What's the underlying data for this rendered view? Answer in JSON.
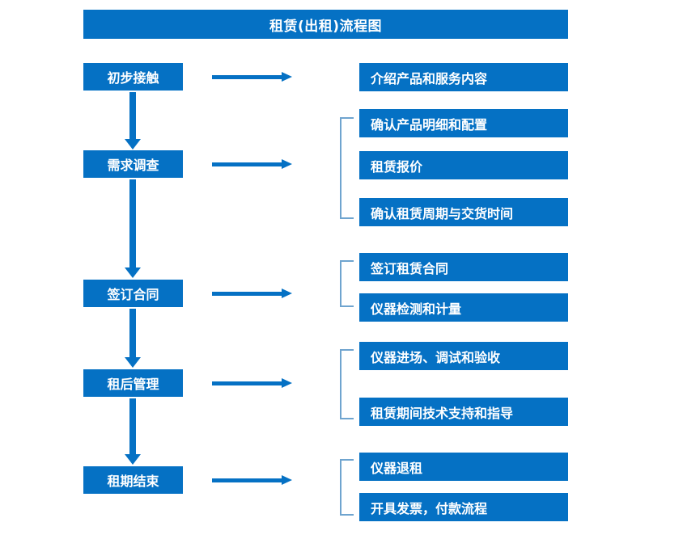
{
  "title": "租赁(出租)流程图",
  "colors": {
    "primary_blue": "#0571c4",
    "bracket_blue": "#6fa4cf",
    "text_white": "#ffffff",
    "background": "#ffffff"
  },
  "stages": [
    {
      "label": "初步接触"
    },
    {
      "label": "需求调查"
    },
    {
      "label": "签订合同"
    },
    {
      "label": "租后管理"
    },
    {
      "label": "租期结束"
    }
  ],
  "details": [
    {
      "label": "介绍产品和服务内容"
    },
    {
      "label": "确认产品明细和配置"
    },
    {
      "label": "租赁报价"
    },
    {
      "label": "确认租赁周期与交货时间"
    },
    {
      "label": "签订租赁合同"
    },
    {
      "label": "仪器检测和计量"
    },
    {
      "label": "仪器进场、调试和验收"
    },
    {
      "label": "租赁期间技术支持和指导"
    },
    {
      "label": "仪器退租"
    },
    {
      "label": "开具发票，付款流程"
    }
  ]
}
